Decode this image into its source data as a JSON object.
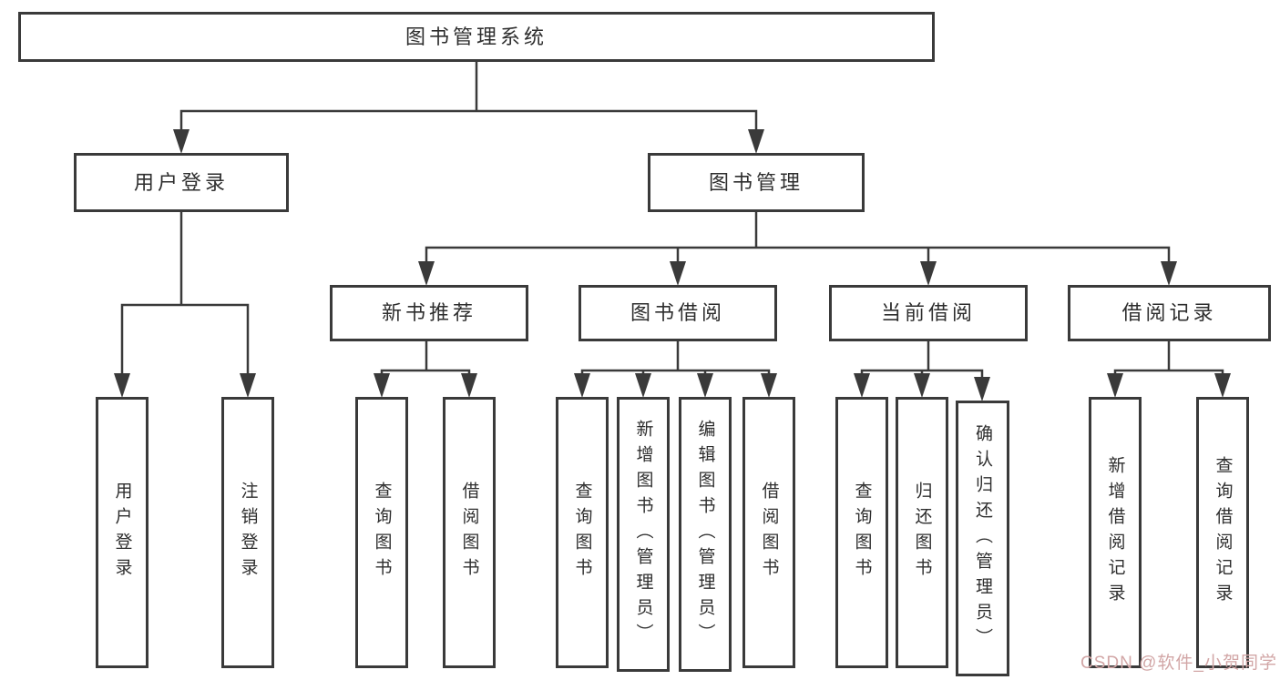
{
  "diagram": {
    "root": {
      "label": "图书管理系统"
    },
    "branches": [
      {
        "label": "用户登录",
        "children": [
          {
            "label": "用户登录"
          },
          {
            "label": "注销登录"
          }
        ]
      },
      {
        "label": "图书管理",
        "children": [
          {
            "label": "新书推荐",
            "children": [
              {
                "label": "查询图书"
              },
              {
                "label": "借阅图书"
              }
            ]
          },
          {
            "label": "图书借阅",
            "children": [
              {
                "label": "查询图书"
              },
              {
                "label": "新增图书（管理员）"
              },
              {
                "label": "编辑图书（管理员）"
              },
              {
                "label": "借阅图书"
              }
            ]
          },
          {
            "label": "当前借阅",
            "children": [
              {
                "label": "查询图书"
              },
              {
                "label": "归还图书"
              },
              {
                "label": "确认归还（管理员）"
              }
            ]
          },
          {
            "label": "借阅记录",
            "children": [
              {
                "label": "新增借阅记录"
              },
              {
                "label": "查询借阅记录"
              }
            ]
          }
        ]
      }
    ],
    "colors": {
      "line": "#3a3a3a",
      "text": "#2e2e2e",
      "box_background": "#ffffff",
      "page_background": "#ffffff"
    }
  },
  "watermark": {
    "text": "CSDN @软件_小贺同学",
    "color": "#d2a6a6"
  }
}
